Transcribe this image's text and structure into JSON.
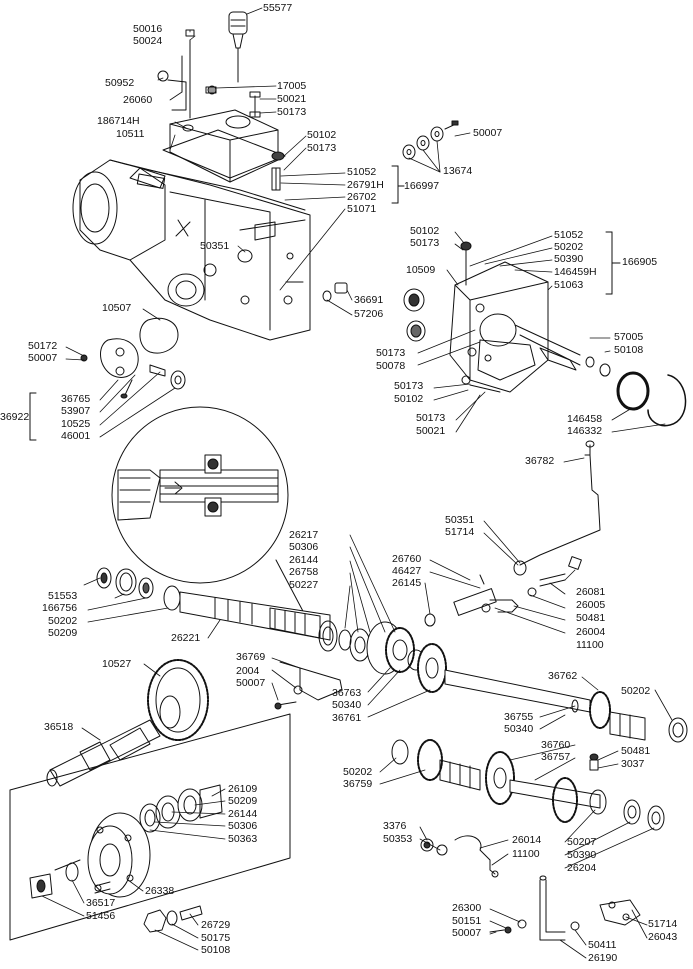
{
  "parts": {
    "p55577": "55577",
    "p50016": "50016",
    "p50024": "50024",
    "p50952": "50952",
    "p26060": "26060",
    "p17005": "17005",
    "p50021_top": "50021",
    "p50173_top": "50173",
    "p186714H": "186714H",
    "p10511": "10511",
    "p50102_a": "50102",
    "p50173_a": "50173",
    "p51052_a": "51052",
    "p26791H": "26791H",
    "p26702": "26702",
    "p51071": "51071",
    "p166997": "166997",
    "p50007_top": "50007",
    "p13674": "13674",
    "p50351_case": "50351",
    "p50102_b": "50102",
    "p50173_b": "50173",
    "p51052_b": "51052",
    "p50202_b": "50202",
    "p50390_b": "50390",
    "p146459H": "146459H",
    "p51063": "51063",
    "p166905": "166905",
    "p10509": "10509",
    "p36691": "36691",
    "p57206": "57206",
    "p10507": "10507",
    "p50172": "50172",
    "p50007_l": "50007",
    "p50173_c": "50173",
    "p50078": "50078",
    "p57005": "57005",
    "p50108_r": "50108",
    "p50173_d": "50173",
    "p50102_d": "50102",
    "p36765": "36765",
    "p53907": "53907",
    "p10525": "10525",
    "p46001": "46001",
    "p36922": "36922",
    "p50173_e": "50173",
    "p50021_e": "50021",
    "p146458": "146458",
    "p146332": "146332",
    "p36782": "36782",
    "p50351_m": "50351",
    "p51714_m": "51714",
    "p26217": "26217",
    "p50306_m": "50306",
    "p26144_m": "26144",
    "p26758": "26758",
    "p50227": "50227",
    "p26760_m": "26760",
    "p46427": "46427",
    "p26145": "26145",
    "p26081": "26081",
    "p26005": "26005",
    "p50481_m": "50481",
    "p26004": "26004",
    "p11100_m": "11100",
    "p51553": "51553",
    "p166756": "166756",
    "p50202_l": "50202",
    "p50209_l": "50209",
    "p26221": "26221",
    "p10527": "10527",
    "p36769": "36769",
    "p2004": "2004",
    "p50007_m": "50007",
    "p36763": "36763",
    "p50340_a": "50340",
    "p36761": "36761",
    "p36762": "36762",
    "p50202_r": "50202",
    "p36755": "36755",
    "p50340_b": "50340",
    "p36518": "36518",
    "p36760_b": "36760",
    "p36757": "36757",
    "p50481_b": "50481",
    "p3037": "3037",
    "p50202_c": "50202",
    "p36759": "36759",
    "p26109": "26109",
    "p50209_b": "50209",
    "p26144_b": "26144",
    "p50306_b": "50306",
    "p50363": "50363",
    "p3376": "3376",
    "p50353": "50353",
    "p26014": "26014",
    "p11100_b": "11100",
    "p50207": "50207",
    "p50390_c": "50390",
    "p26204": "26204",
    "p26338": "26338",
    "p36517": "36517",
    "p51456": "51456",
    "p26729": "26729",
    "p50175": "50175",
    "p50108_b": "50108",
    "p26300": "26300",
    "p50151": "50151",
    "p50007_b": "50007",
    "p50411": "50411",
    "p26190": "26190",
    "p51714_b": "51714",
    "p26043": "26043"
  }
}
